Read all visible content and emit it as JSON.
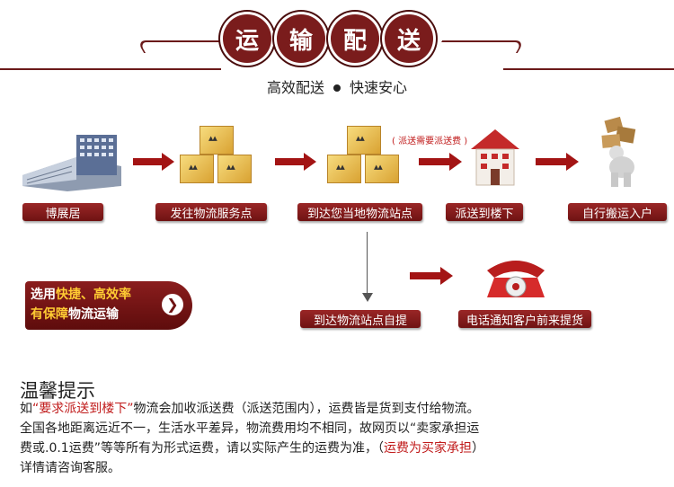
{
  "header": {
    "title_chars": [
      "运",
      "输",
      "配",
      "送"
    ],
    "subtitle_left": "高效配送",
    "subtitle_right": "快速安心"
  },
  "flow": {
    "steps": [
      "博展居",
      "发往物流服务点",
      "到达您当地物流站点",
      "派送到楼下",
      "自行搬运入户"
    ],
    "delivery_note": "( 派送需要派送费 )",
    "alt_steps": [
      "到达物流站点自提",
      "电话通知客户前来提货"
    ]
  },
  "promo": {
    "line1_prefix": "选用",
    "line1_highlight": "快捷、高效率",
    "line2_highlight": "有保障",
    "line2_suffix": "物流运输",
    "chevron": "❯"
  },
  "tips": {
    "title": "温馨提示",
    "p1_pre": "如",
    "p1_quote": "“要求派送到楼下”",
    "p1_post": "物流会加收派送费（派送范围内），运费皆是货到支付给物流。",
    "p2": "全国各地距离远近不一，生活水平差异，物流费用均不相同，故网页以“卖家承担运",
    "p3_pre": "费或.0.1运费”等等所有为形式运费，请以实际产生的运费为准，（",
    "p3_red": "运费为买家承担",
    "p3_post": "）",
    "p4": "详情请咨询客服。"
  },
  "colors": {
    "brand": "#7a1c1c",
    "arrow": "#a31414",
    "highlight_red": "#c01a1a",
    "promo_highlight": "#ffcc33"
  }
}
